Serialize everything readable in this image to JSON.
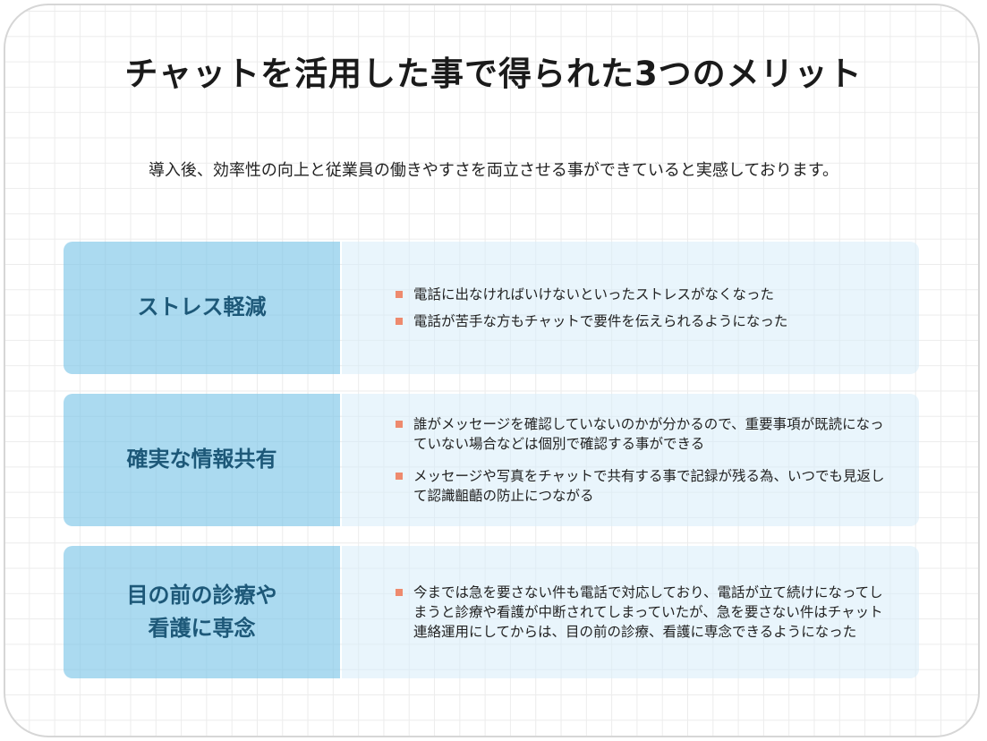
{
  "title": "チャットを活用した事で得られた3つのメリット",
  "subtitle": "導入後、効率性の向上と従業員の働きやすさを両立させる事ができていると実感しております。",
  "colors": {
    "label_bg": "#a6d8ee",
    "label_text": "#1d5878",
    "content_bg": "#e6f3fc",
    "bullet": "#ee8a6e"
  },
  "merits": [
    {
      "label": "ストレス軽減",
      "items": [
        "電話に出なければいけないといったストレスがなくなった",
        "電話が苦手な方もチャットで要件を伝えられるようになった"
      ]
    },
    {
      "label": "確実な情報共有",
      "items": [
        "誰がメッセージを確認していないのかが分かるので、重要事項が既読になっていない場合などは個別で確認する事ができる",
        "メッセージや写真をチャットで共有する事で記録が残る為、いつでも見返して認識齟齬の防止につながる"
      ]
    },
    {
      "label": "目の前の診療や看護に専念",
      "items": [
        "今までは急を要さない件も電話で対応しており、電話が立て続けになってしまうと診療や看護が中断されてしまっていたが、急を要さない件はチャット連絡運用にしてからは、目の前の診療、看護に専念できるようになった"
      ]
    }
  ]
}
